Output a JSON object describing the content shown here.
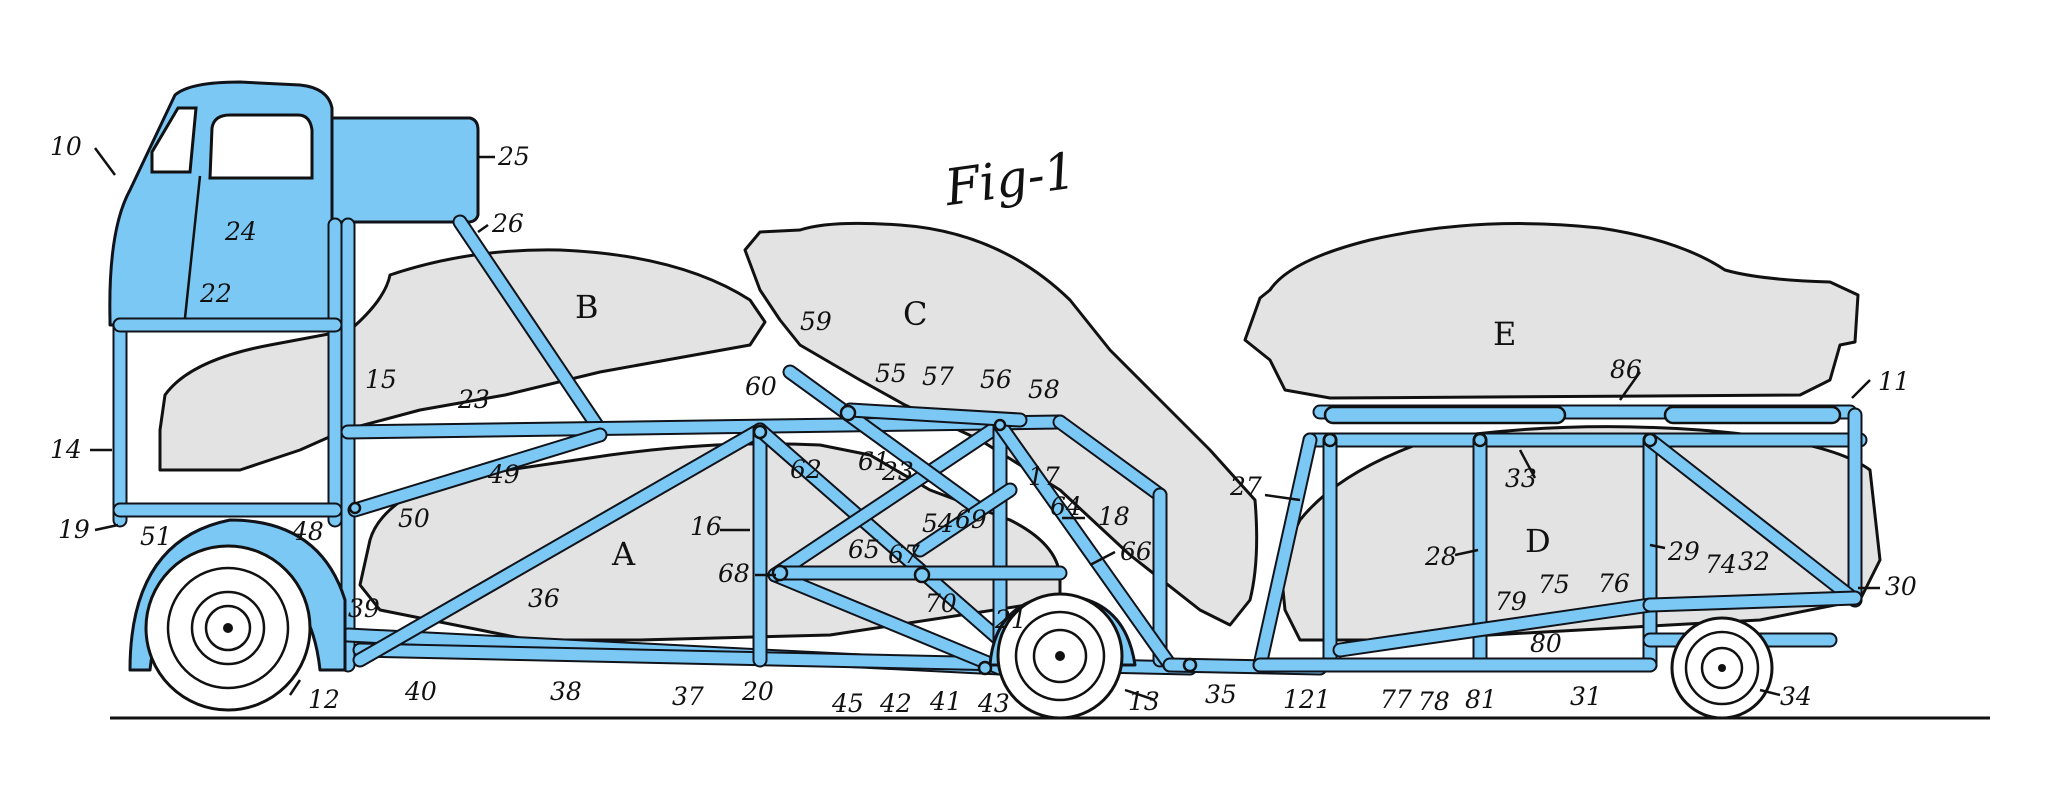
{
  "figure": {
    "title": "Fig-1",
    "colors": {
      "frame": "#7cc8f5",
      "cars": "#e3e3e3",
      "ink": "#111111",
      "background": "#ffffff"
    },
    "car_letters": {
      "a": "A",
      "b": "B",
      "c": "C",
      "d": "D",
      "e": "E"
    },
    "refs": {
      "r10": "10",
      "r11": "11",
      "r12": "12",
      "r13": "13",
      "r14": "14",
      "r15": "15",
      "r16": "16",
      "r17": "17",
      "r18": "18",
      "r19": "19",
      "r20": "20",
      "r21": "21",
      "r22": "22",
      "r23a": "23",
      "r23b": "23",
      "r24": "24",
      "r25": "25",
      "r26": "26",
      "r27": "27",
      "r28": "28",
      "r29": "29",
      "r30": "30",
      "r31": "31",
      "r32": "32",
      "r33": "33",
      "r34": "34",
      "r35": "35",
      "r36": "36",
      "r37": "37",
      "r38": "38",
      "r39": "39",
      "r40": "40",
      "r41": "41",
      "r42": "42",
      "r43": "43",
      "r45": "45",
      "r48": "48",
      "r49": "49",
      "r50": "50",
      "r51": "51",
      "r54": "54",
      "r55": "55",
      "r56": "56",
      "r57": "57",
      "r58": "58",
      "r59": "59",
      "r60": "60",
      "r61": "61",
      "r62": "62",
      "r64": "64",
      "r65": "65",
      "r66": "66",
      "r67": "67",
      "r68": "68",
      "r69": "69",
      "r70": "70",
      "r74": "74",
      "r75": "75",
      "r76": "76",
      "r77": "77",
      "r78": "78",
      "r79": "79",
      "r80": "80",
      "r81": "81",
      "r86": "86",
      "r121": "121"
    }
  }
}
